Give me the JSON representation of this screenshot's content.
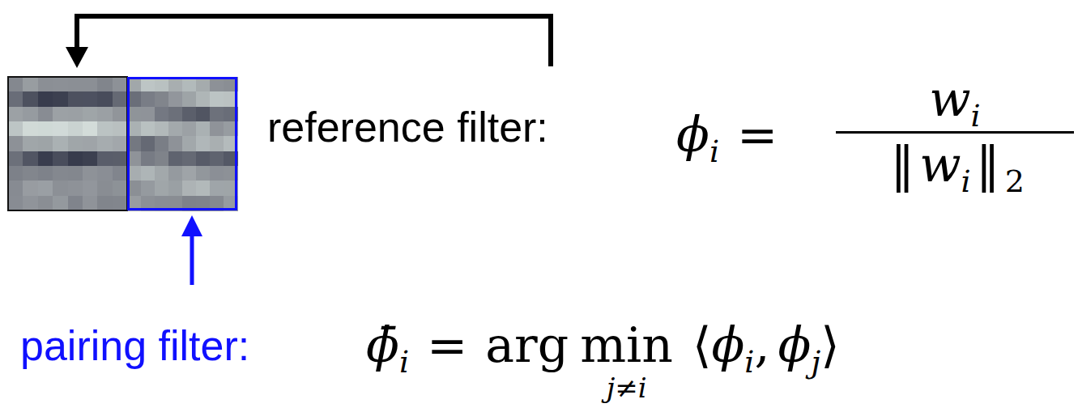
{
  "diagram": {
    "labels": [
      "reference filter:",
      "ϕ",
      "i",
      "=",
      "w",
      "i",
      "‖",
      "w",
      "i",
      "‖",
      "2",
      "pairing filter:",
      "ϕ̄",
      "i",
      "=",
      "arg",
      "min",
      "j≠i",
      "⟨",
      "ϕ",
      "i",
      ",",
      "ϕ",
      "j",
      "⟩"
    ]
  }
}
